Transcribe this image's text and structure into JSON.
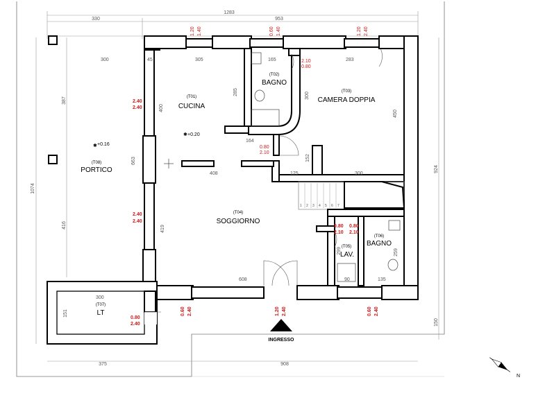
{
  "rooms": [
    {
      "code": "(T01)",
      "name": "CUCINA"
    },
    {
      "code": "(T02)",
      "name": "BAGNO"
    },
    {
      "code": "(T03)",
      "name": "CAMERA DOPPIA"
    },
    {
      "code": "(T04)",
      "name": "SOGGIORNO"
    },
    {
      "code": "(T05)",
      "name": "LAV."
    },
    {
      "code": "(T06)",
      "name": "BAGNO"
    },
    {
      "code": "(T07)",
      "name": "LT"
    },
    {
      "code": "(T08)",
      "name": "PORTICO"
    }
  ],
  "entrance_label": "INGRESSO",
  "levels": {
    "cucina": "+0.20",
    "portico": "+0.16"
  },
  "dims_top": {
    "total": "1283",
    "inner": "953",
    "left": "330"
  },
  "dims_bottom": {
    "left": "375",
    "right": "908"
  },
  "dims_left": {
    "total": "1074",
    "upper": "387",
    "lower": "416"
  },
  "dims_right": {
    "total": "924",
    "small": "150"
  },
  "internal_dims": {
    "d300a": "300",
    "d45": "45",
    "d305": "305",
    "d165": "165",
    "d283": "283",
    "d285": "285",
    "d300b": "300",
    "d400": "400",
    "d450": "450",
    "d663": "663",
    "d164": "164",
    "d152": "152",
    "d125": "125",
    "d300c": "300",
    "d408": "408",
    "d419": "419",
    "d608": "608",
    "d299a": "299",
    "d259": "259",
    "d90": "90",
    "d135": "135",
    "d300d": "300",
    "d151": "151"
  },
  "openings": {
    "win_top_1": [
      "1.20",
      "1.40"
    ],
    "win_top_2": [
      "0.60",
      "1.40"
    ],
    "win_top_3": [
      "1.20",
      "2.40"
    ],
    "bagno_door": [
      "2.10",
      "0.80"
    ],
    "cucina_win": [
      "2.40",
      "2.40"
    ],
    "portico_win": [
      "2.40",
      "2.40"
    ],
    "sogg_door_1": [
      "0.80",
      "2.10"
    ],
    "lav_door": [
      "0.80",
      "2.10"
    ],
    "bagno2_door": [
      "0.80",
      "2.10"
    ],
    "lt_door": [
      "0.80",
      "2.40"
    ],
    "bot_1": [
      "0.60",
      "2.40"
    ],
    "bot_entry": [
      "1.20",
      "2.40"
    ],
    "bot_3": [
      "0.60",
      "2.40"
    ]
  },
  "stair_numbers": [
    "1",
    "2",
    "3",
    "4",
    "5",
    "6",
    "7"
  ]
}
